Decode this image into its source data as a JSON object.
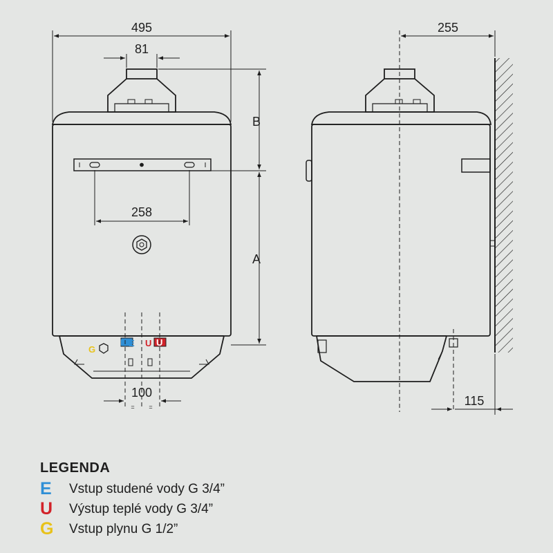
{
  "dimensions": {
    "width_total": "495",
    "flue_diameter": "81",
    "bracket_spacing": "258",
    "connection_spacing": "100",
    "depth": "255",
    "wall_offset": "115",
    "height_a": "A",
    "height_b": "B",
    "equal_mark": "="
  },
  "connections": {
    "gas": {
      "letter": "G",
      "color": "#e8c21a"
    },
    "cold": {
      "letter": "E",
      "color": "#2f8fd6"
    },
    "hot": {
      "letter": "U",
      "color": "#d2232a"
    }
  },
  "legend": {
    "title": "LEGENDA",
    "items": [
      {
        "letter": "E",
        "text": "Vstup studené vody G 3/4”",
        "color": "#2f8fd6"
      },
      {
        "letter": "U",
        "text": "Výstup teplé vody G 3/4”",
        "color": "#d2232a"
      },
      {
        "letter": "G",
        "text": "Vstup plynu G 1/2”",
        "color": "#e8c21a"
      }
    ]
  }
}
